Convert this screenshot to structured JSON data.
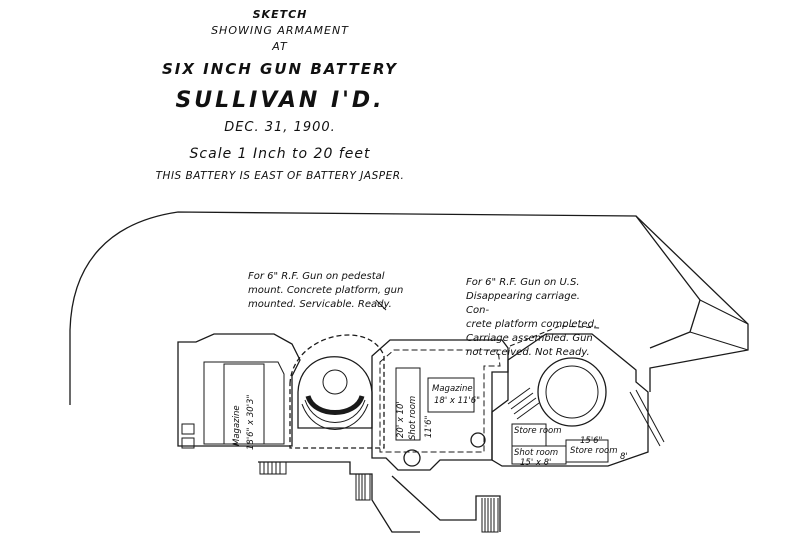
{
  "title": {
    "line1": "SKETCH",
    "line2": "SHOWING ARMAMENT",
    "line3": "AT",
    "line4": "SIX INCH GUN BATTERY",
    "line5": "SULLIVAN I'D.",
    "date": "DEC. 31, 1900.",
    "scale": "Scale 1 Inch to 20 feet",
    "note": "THIS BATTERY IS EAST OF BATTERY JASPER."
  },
  "annotations": {
    "left_gun": "For 6\" R.F. Gun on pedestal\nmount. Concrete platform, gun\nmounted. Servicable. Ready.",
    "right_gun": "For 6\" R.F. Gun on U.S.\nDisappearing carriage. Con-\ncrete platform completed.\nCarriage assembled. Gun\nnot received. Not Ready."
  },
  "rooms": {
    "magazine_left_name": "Magazine",
    "magazine_left_size": "18'6\" x 30'3\"",
    "magazine_center_name": "Magazine",
    "magazine_center_size": "18' x 11'6\"",
    "shot_room_center": "Shot room",
    "shot_room_center_size": "20' x 10'",
    "dim_small": "11'6\"",
    "store_room_upper": "Store room",
    "store_room_lower": "Store room",
    "store_room_lower_size": "15'6\"",
    "shot_room_right": "Shot room",
    "shot_room_right_size": "15' x 8'",
    "dim_right": "8'"
  }
}
